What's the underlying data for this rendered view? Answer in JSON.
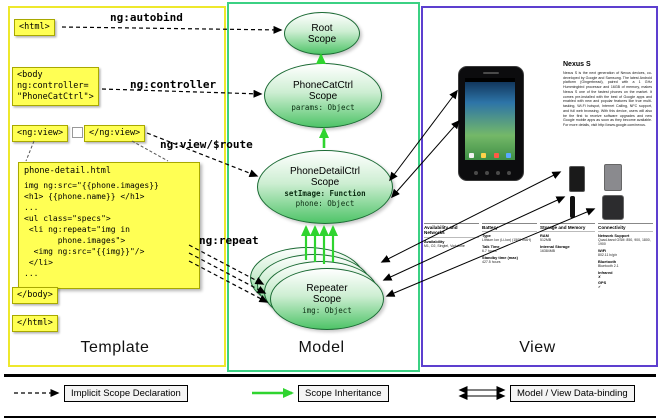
{
  "template_panel": {
    "label": "Template",
    "html_open": "<html>",
    "autobind_label": "ng:autobind",
    "body_open": "<body\nng:controller=\n\"PhoneCatCtrl\">",
    "controller_label": "ng:controller",
    "ngview_open": "<ng:view>",
    "ngview_close": "</ng:view>",
    "view_route_label": "ng:view/$route",
    "repeat_label": "ng:repeat",
    "code_title": "phone-detail.html",
    "code_body": "img ng:src=\"{{phone.images}}\n<h1> {{phone.name}} </h1>\n...\n<ul class=\"specs\">\n <li ng:repeat=\"img in\n       phone.images\">\n  <img ng:src=\"{{img}}\"/>\n </li>\n...",
    "body_close": "</body>",
    "html_close": "</html>"
  },
  "model_panel": {
    "label": "Model",
    "root_scope": {
      "name": "Root\nScope"
    },
    "phonecat_scope": {
      "name": "PhoneCatCtrl\nScope",
      "prop_params": "params: Object"
    },
    "phonedetail_scope": {
      "name": "PhoneDetailCtrl\nScope",
      "prop_setimage": "setImage: Function",
      "prop_phone": "phone: Object"
    },
    "repeater_scope": {
      "name": "Repeater\nScope",
      "prop_img": "img: Object"
    }
  },
  "view_panel": {
    "label": "View",
    "product_title": "Nexus S",
    "description": "Nexus S is the next generation of Nexus devices, co-developed by Google and Samsung. The latest Android platform (Gingerbread), paired with a 1 GHz Hummingbird processor and 16GB of memory, makes Nexus S one of the fastest phones on the market. It comes pre-installed with the best of Google apps and enabled with new and popular features like true multi-tasking, Wi-Fi hotspot, Internet Calling, NFC support, and full web browsing. With this device, users will also be the first to receive software upgrades and new Google mobile apps as soon as they become available. For more details, visit http://www.google.com/nexus.",
    "specs": [
      {
        "header": "Availability and Networks",
        "rows": [
          {
            "label": "Availability",
            "value": "M1, O2, Singtel, Vodafone"
          }
        ]
      },
      {
        "header": "Battery",
        "rows": [
          {
            "label": "Type",
            "value": "Lithium Ion (Li-Ion) (1500 mAH)"
          },
          {
            "label": "Talk Time",
            "value": "6.7 hours"
          },
          {
            "label": "Standby time (max)",
            "value": "427.5 hours"
          }
        ]
      },
      {
        "header": "Storage and Memory",
        "rows": [
          {
            "label": "RAM",
            "value": "512MB"
          },
          {
            "label": "Internal Storage",
            "value": "16384MB"
          }
        ]
      },
      {
        "header": "Connectivity",
        "rows": [
          {
            "label": "Network Support",
            "value": "Quad-band GSM: 850, 900, 1800, 1900"
          },
          {
            "label": "WiFi",
            "value": "802.11 b/g/n"
          },
          {
            "label": "Bluetooth",
            "value": "Bluetooth 2.1"
          },
          {
            "label": "Infrared",
            "value": "✘"
          },
          {
            "label": "GPS",
            "value": "✔"
          }
        ]
      }
    ]
  },
  "legend": {
    "implicit_label": "Implicit Scope Declaration",
    "inheritance_label": "Scope Inheritance",
    "databinding_label": "Model / View Data-binding"
  },
  "colors": {
    "template_border": "#eee82c",
    "model_border": "#3bd183",
    "view_border": "#5d3fcf",
    "tag_fill": "#ffff54",
    "scope_green": "#4fc468",
    "inheritance_green": "#2fd42f"
  }
}
